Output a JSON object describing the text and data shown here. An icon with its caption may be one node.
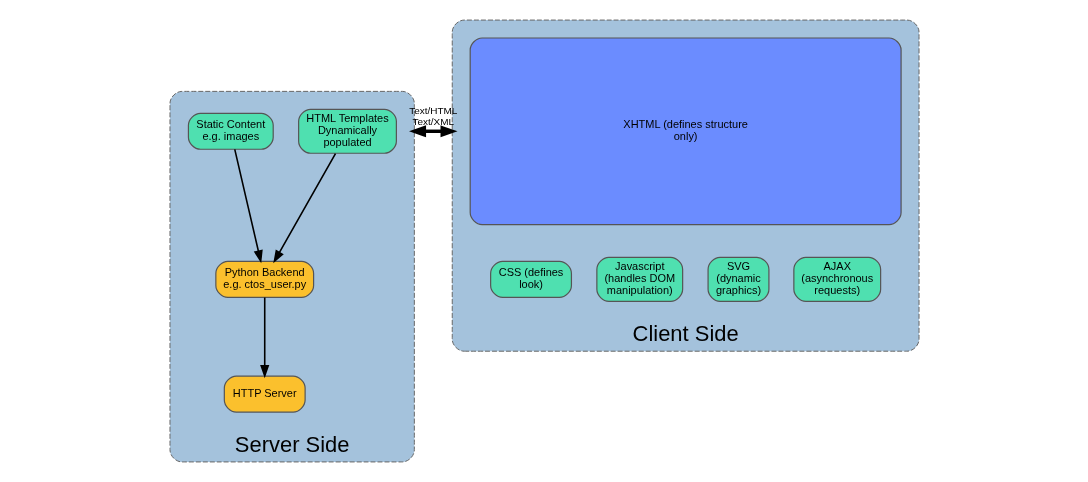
{
  "diagram": {
    "nodes": [
      {
        "text": [
          "Server Side"
        ]
      },
      {
        "text": [
          "HTML Templates Dynamically populated"
        ],
        "in": 0
      },
      {
        "text": [
          "Static Content e.g. images"
        ],
        "in": 0
      },
      {
        "text": [
          "Python Backend e.g. ctos_user.py"
        ],
        "in": 0
      },
      {
        "text": [
          "HTTP Server"
        ],
        "in": 0
      },
      {
        "text": [
          "Client Side"
        ]
      },
      {
        "text": [
          "XHTML (defines structure only)"
        ],
        "in": 5
      },
      {
        "text": [
          "CSS (defines look)"
        ],
        "in": 5
      },
      {
        "text": [
          "Javascript (handles DOM manipulation)"
        ],
        "in": 5
      },
      {
        "text": [
          "SVG (dynamic graphics)"
        ],
        "in": 5
      },
      {
        "text": [
          "AJAX (asynchronous requests)"
        ],
        "in": 5
      }
    ],
    "edges": [
      {
        "from": 1,
        "to": 3,
        "arrow": "to"
      },
      {
        "from": 2,
        "to": 3,
        "arrow": "to"
      },
      {
        "from": 3,
        "to": 4,
        "arrow": "to"
      },
      {
        "from": 0,
        "to": 5,
        "arrow": "both",
        "label": "Text/HTML Text/XML",
        "style": "thick"
      }
    ]
  }
}
